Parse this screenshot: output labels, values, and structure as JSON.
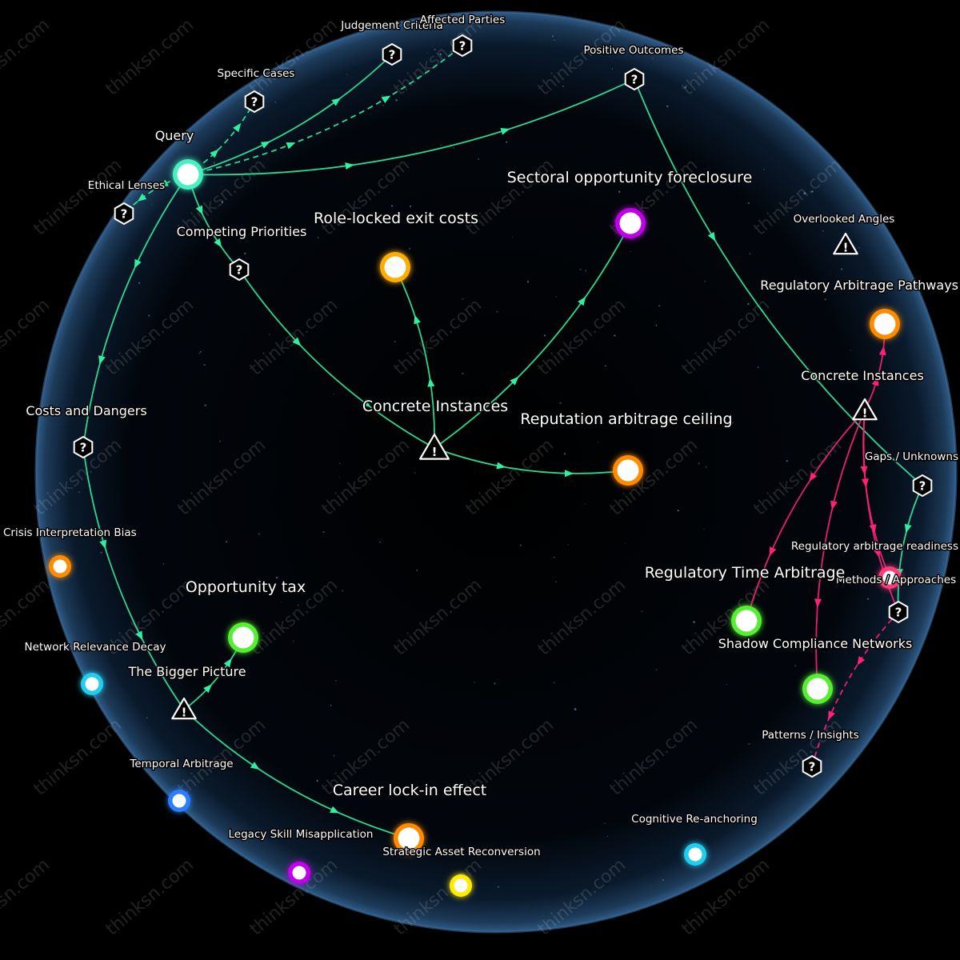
{
  "watermark": "thinksn.com",
  "colors": {
    "edge": "#2ff0a0",
    "edge_alt": "#ff2277",
    "sphere_edge": "#3c6a9a"
  },
  "nodes": [
    {
      "id": "query",
      "label": "Query",
      "kind": "dot",
      "color": "#46f0c0"
    },
    {
      "id": "specific_cases",
      "label": "Specific Cases",
      "kind": "question-icon"
    },
    {
      "id": "judgement_criteria",
      "label": "Judgement Criteria",
      "kind": "question-icon"
    },
    {
      "id": "affected_parties",
      "label": "Affected Parties",
      "kind": "question-icon"
    },
    {
      "id": "positive_outcomes",
      "label": "Positive Outcomes",
      "kind": "question-icon"
    },
    {
      "id": "ethical_lenses",
      "label": "Ethical Lenses",
      "kind": "question-icon"
    },
    {
      "id": "competing_priorities",
      "label": "Competing Priorities",
      "kind": "question-icon"
    },
    {
      "id": "role_locked",
      "label": "Role-locked exit costs",
      "kind": "dot",
      "color": "#ffae00"
    },
    {
      "id": "sectoral",
      "label": "Sectoral opportunity foreclosure",
      "kind": "dot",
      "color": "#c000e8"
    },
    {
      "id": "concrete_center",
      "label": "Concrete Instances",
      "kind": "warning-icon"
    },
    {
      "id": "reputation",
      "label": "Reputation arbitrage ceiling",
      "kind": "dot",
      "color": "#ff8c00"
    },
    {
      "id": "overlooked_angles",
      "label": "Overlooked Angles",
      "kind": "warning-icon"
    },
    {
      "id": "reg_arb_pathways",
      "label": "Regulatory Arbitrage Pathways",
      "kind": "dot",
      "color": "#ff8c00"
    },
    {
      "id": "concrete_right",
      "label": "Concrete Instances",
      "kind": "warning-icon"
    },
    {
      "id": "gaps_unknowns",
      "label": "Gaps / Unknowns",
      "kind": "question-icon"
    },
    {
      "id": "reg_readiness",
      "label": "Regulatory arbitrage readiness",
      "kind": "dot",
      "color": "#ff3b7a"
    },
    {
      "id": "methods_approaches",
      "label": "Methods / Approaches",
      "kind": "question-icon"
    },
    {
      "id": "reg_time_arb",
      "label": "Regulatory Time Arbitrage",
      "kind": "dot",
      "color": "#55ee33"
    },
    {
      "id": "shadow_compliance",
      "label": "Shadow Compliance Networks",
      "kind": "dot",
      "color": "#55ee33"
    },
    {
      "id": "patterns_insights",
      "label": "Patterns / Insights",
      "kind": "question-icon"
    },
    {
      "id": "cognitive_reanchoring",
      "label": "Cognitive Re-anchoring",
      "kind": "dot",
      "color": "#22ccee"
    },
    {
      "id": "costs_dangers",
      "label": "Costs and Dangers",
      "kind": "question-icon"
    },
    {
      "id": "crisis_bias",
      "label": "Crisis Interpretation Bias",
      "kind": "dot",
      "color": "#ff8c00"
    },
    {
      "id": "opportunity_tax",
      "label": "Opportunity tax",
      "kind": "dot",
      "color": "#55ee33"
    },
    {
      "id": "bigger_picture",
      "label": "The Bigger Picture",
      "kind": "warning-icon"
    },
    {
      "id": "network_decay",
      "label": "Network Relevance Decay",
      "kind": "dot",
      "color": "#22ccee"
    },
    {
      "id": "temporal_arb",
      "label": "Temporal Arbitrage",
      "kind": "dot",
      "color": "#2a7fff"
    },
    {
      "id": "career_lockin",
      "label": "Career lock-in effect",
      "kind": "dot",
      "color": "#ff8c00"
    },
    {
      "id": "legacy_skill",
      "label": "Legacy Skill Misapplication",
      "kind": "dot",
      "color": "#c000e8"
    },
    {
      "id": "strategic_asset",
      "label": "Strategic Asset Reconversion",
      "kind": "dot",
      "color": "#ffea00"
    }
  ],
  "edges": [
    {
      "from": "query",
      "to": "specific_cases",
      "style": "dashed"
    },
    {
      "from": "query",
      "to": "judgement_criteria",
      "style": "solid"
    },
    {
      "from": "query",
      "to": "affected_parties",
      "style": "dashed"
    },
    {
      "from": "query",
      "to": "positive_outcomes",
      "style": "solid"
    },
    {
      "from": "positive_outcomes",
      "to": "gaps_unknowns",
      "style": "solid"
    },
    {
      "from": "query",
      "to": "ethical_lenses",
      "style": "dashed"
    },
    {
      "from": "query",
      "to": "competing_priorities",
      "style": "solid"
    },
    {
      "from": "competing_priorities",
      "to": "concrete_center",
      "style": "solid"
    },
    {
      "from": "concrete_center",
      "to": "role_locked",
      "style": "solid"
    },
    {
      "from": "concrete_center",
      "to": "sectoral",
      "style": "solid"
    },
    {
      "from": "concrete_center",
      "to": "reputation",
      "style": "solid"
    },
    {
      "from": "query",
      "to": "costs_dangers",
      "style": "solid"
    },
    {
      "from": "costs_dangers",
      "to": "bigger_picture",
      "style": "solid"
    },
    {
      "from": "bigger_picture",
      "to": "opportunity_tax",
      "style": "solid"
    },
    {
      "from": "bigger_picture",
      "to": "career_lockin",
      "style": "solid"
    },
    {
      "from": "gaps_unknowns",
      "to": "methods_approaches",
      "style": "solid"
    },
    {
      "from": "concrete_right",
      "to": "reg_arb_pathways",
      "style": "alt"
    },
    {
      "from": "concrete_right",
      "to": "reg_time_arb",
      "style": "alt"
    },
    {
      "from": "concrete_right",
      "to": "shadow_compliance",
      "style": "alt"
    },
    {
      "from": "concrete_right",
      "to": "reg_readiness",
      "style": "alt"
    },
    {
      "from": "concrete_right",
      "to": "methods_approaches",
      "style": "alt"
    },
    {
      "from": "methods_approaches",
      "to": "patterns_insights",
      "style": "alt-dashed"
    }
  ]
}
